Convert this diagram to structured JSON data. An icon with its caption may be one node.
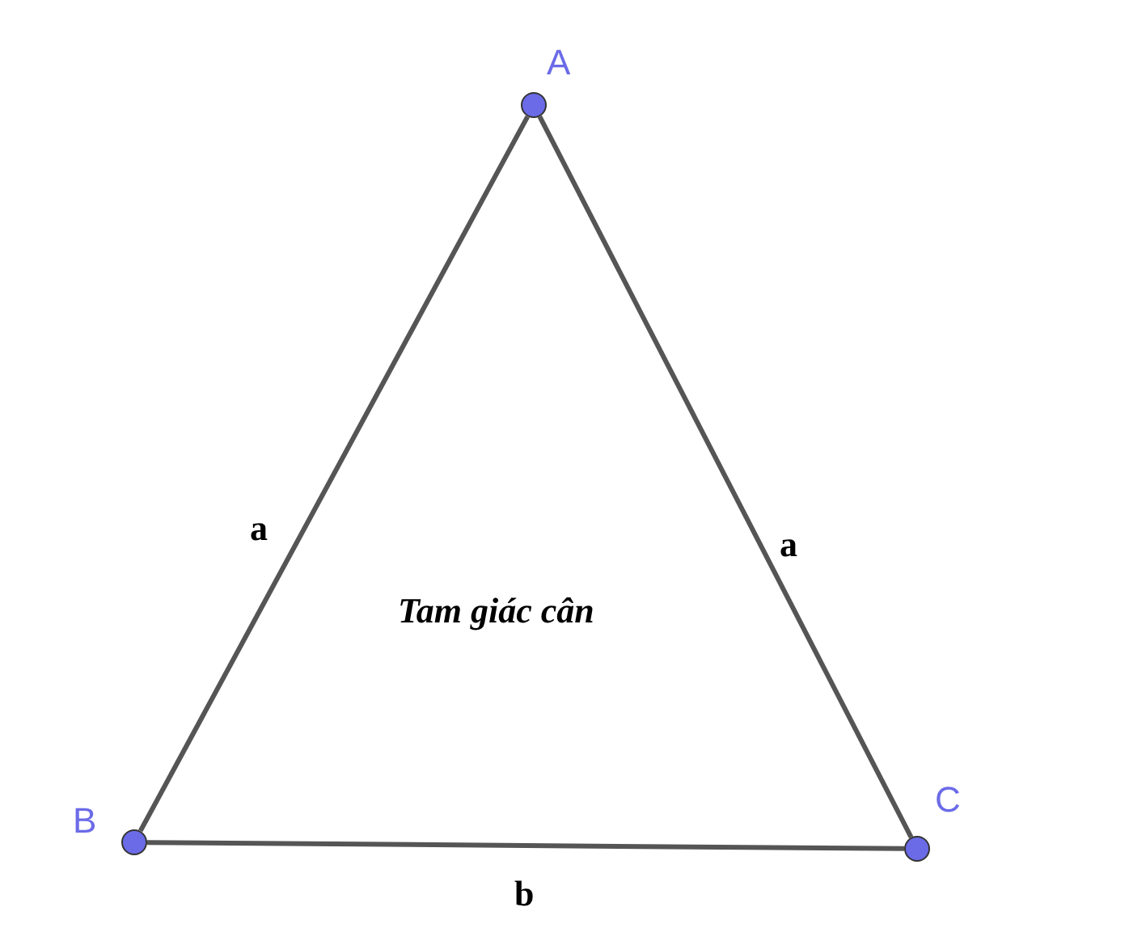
{
  "diagram": {
    "nodes": [
      {
        "text": [
          "A"
        ]
      },
      {
        "text": [
          "B"
        ]
      },
      {
        "text": [
          "C"
        ]
      }
    ],
    "edges": [
      {
        "from": 0,
        "to": 1,
        "arrow": "none",
        "label": "a"
      },
      {
        "from": 0,
        "to": 2,
        "arrow": "none",
        "label": "a"
      },
      {
        "from": 1,
        "to": 2,
        "arrow": "none",
        "label": "b"
      }
    ],
    "labels": [
      "Tam giác cân"
    ]
  }
}
